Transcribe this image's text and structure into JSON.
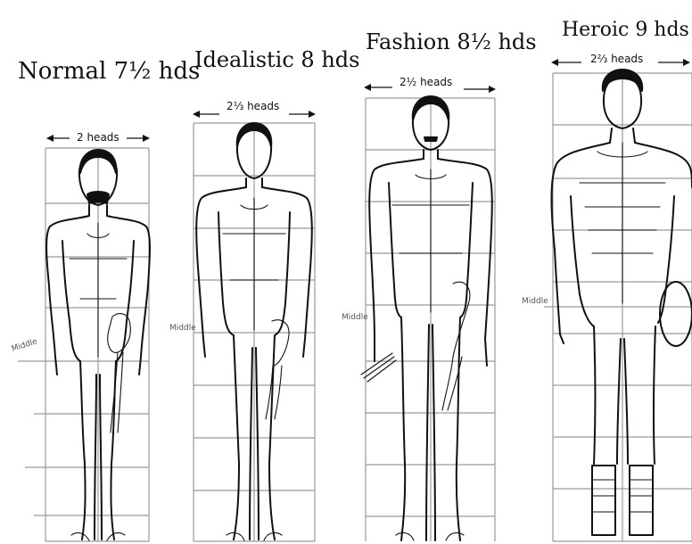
{
  "figures": [
    {
      "id": "normal",
      "title": "Normal 7½ hds",
      "width_label": "2 heads",
      "middle_label": "Middle"
    },
    {
      "id": "idealistic",
      "title": "Idealistic 8 hds",
      "width_label": "2⅓ heads",
      "middle_label": "Middle"
    },
    {
      "id": "fashion",
      "title": "Fashion 8½ hds",
      "width_label": "2½ heads",
      "middle_label": "Middle"
    },
    {
      "id": "heroic",
      "title": "Heroic 9 hds",
      "width_label": "2⅔ heads",
      "middle_label": "Middle"
    }
  ]
}
